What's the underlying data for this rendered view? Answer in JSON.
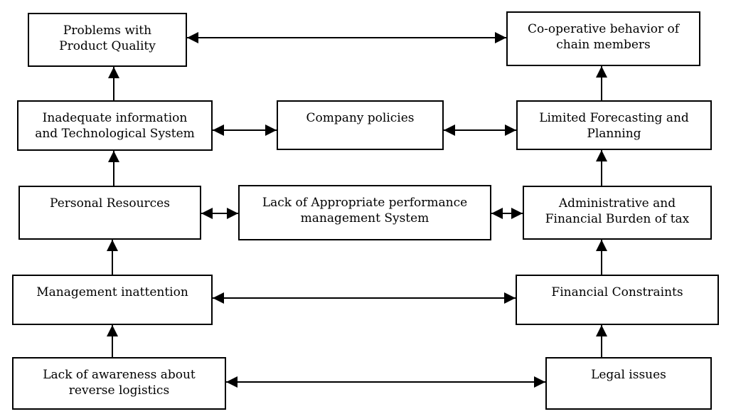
{
  "colors": {
    "background": "#ffffff",
    "box_fill": "#ffffff",
    "box_border": "#000000",
    "text": "#000000",
    "arrow": "#000000"
  },
  "nodes": [
    {
      "id": "problems-product-quality",
      "label": "Problems with\nProduct Quality"
    },
    {
      "id": "cooperative-behavior",
      "label": "Co-operative behavior of\nchain members"
    },
    {
      "id": "inadequate-information",
      "label": "Inadequate information\nand Technological System"
    },
    {
      "id": "company-policies",
      "label": "Company policies"
    },
    {
      "id": "limited-forecasting",
      "label": "Limited Forecasting and\nPlanning"
    },
    {
      "id": "personal-resources",
      "label": "Personal Resources"
    },
    {
      "id": "lack-performance-management",
      "label": "Lack of Appropriate performance\nmanagement System"
    },
    {
      "id": "admin-financial-burden",
      "label": "Administrative and\nFinancial Burden of tax"
    },
    {
      "id": "management-inattention",
      "label": "Management inattention"
    },
    {
      "id": "financial-constraints",
      "label": "Financial Constraints"
    },
    {
      "id": "lack-awareness",
      "label": "Lack of awareness about\nreverse logistics"
    },
    {
      "id": "legal-issues",
      "label": "Legal issues"
    }
  ],
  "edges": [
    {
      "from": "inadequate-information",
      "to": "problems-product-quality",
      "arrow": "one-way-up"
    },
    {
      "from": "personal-resources",
      "to": "inadequate-information",
      "arrow": "one-way-up"
    },
    {
      "from": "management-inattention",
      "to": "personal-resources",
      "arrow": "one-way-up"
    },
    {
      "from": "lack-awareness",
      "to": "management-inattention",
      "arrow": "one-way-up"
    },
    {
      "from": "limited-forecasting",
      "to": "cooperative-behavior",
      "arrow": "one-way-up"
    },
    {
      "from": "admin-financial-burden",
      "to": "limited-forecasting",
      "arrow": "one-way-up"
    },
    {
      "from": "financial-constraints",
      "to": "admin-financial-burden",
      "arrow": "one-way-up"
    },
    {
      "from": "legal-issues",
      "to": "financial-constraints",
      "arrow": "one-way-up"
    },
    {
      "from": "problems-product-quality",
      "to": "cooperative-behavior",
      "arrow": "two-way"
    },
    {
      "from": "inadequate-information",
      "to": "company-policies",
      "arrow": "two-way"
    },
    {
      "from": "company-policies",
      "to": "limited-forecasting",
      "arrow": "two-way"
    },
    {
      "from": "personal-resources",
      "to": "lack-performance-management",
      "arrow": "two-way"
    },
    {
      "from": "lack-performance-management",
      "to": "admin-financial-burden",
      "arrow": "two-way"
    },
    {
      "from": "management-inattention",
      "to": "financial-constraints",
      "arrow": "two-way"
    },
    {
      "from": "lack-awareness",
      "to": "legal-issues",
      "arrow": "two-way"
    }
  ]
}
